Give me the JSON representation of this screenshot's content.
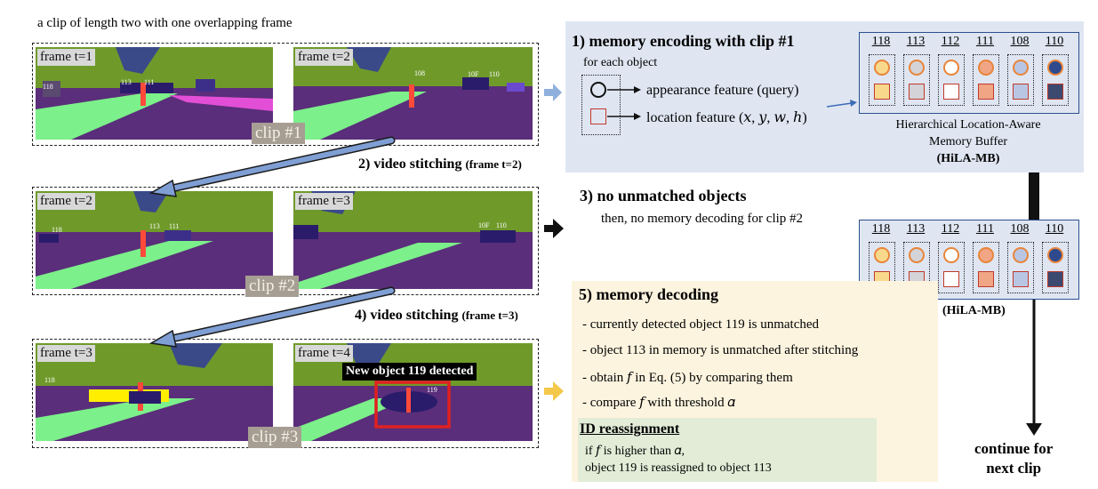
{
  "caption_top": "a clip of length two with one overlapping frame",
  "clips": [
    {
      "frames": [
        "frame t=1",
        "frame t=2"
      ],
      "label": "clip #1"
    },
    {
      "frames": [
        "frame t=2",
        "frame t=3"
      ],
      "label": "clip #2"
    },
    {
      "frames": [
        "frame t=3",
        "frame t=4"
      ],
      "label": "clip #3"
    }
  ],
  "scene_ids": {
    "clip1_left": [
      "113",
      "111",
      "118"
    ],
    "clip1_right": [
      "108",
      "110",
      "10F"
    ],
    "clip2_left": [
      "118",
      "113",
      "111"
    ],
    "clip2_right": [
      "10F",
      "110"
    ],
    "clip3_left": [
      "118"
    ],
    "clip3_right": [
      "119"
    ]
  },
  "new_object_banner": "New object 119 detected",
  "stitch_labels": [
    {
      "main": "2) video stitching",
      "sub": "(frame t=2)"
    },
    {
      "main": "4) video stitching",
      "sub": "(frame t=3)"
    }
  ],
  "step1": {
    "title": "1) memory encoding with clip #1",
    "for_each": "for each object",
    "appearance": "appearance feature (query)",
    "location": "location feature (𝑥, 𝑦, 𝑤, ℎ)"
  },
  "memory_buffer": {
    "ids": [
      "118",
      "113",
      "112",
      "111",
      "108",
      "110"
    ],
    "square_colors": [
      "#f8d98c",
      "#d3d3d8",
      "#ffffff",
      "#f0a585",
      "#b8c6e4",
      "#3c4a70"
    ],
    "circle_fills": [
      "#f8d98c",
      "#d3d3d8",
      "#ffffff",
      "#f0a585",
      "#b8c6e4",
      "#2f4a8c"
    ],
    "name_line1": "Hierarchical Location-Aware",
    "name_line2": "Memory Buffer",
    "abbrev": "(HiLA-MB)"
  },
  "step3": {
    "title": "3) no unmatched objects",
    "sub": "then, no memory decoding for clip #2"
  },
  "memory_buffer2_label": "(HiLA-MB)",
  "step5": {
    "title": "5) memory decoding",
    "bullets": [
      "- currently detected object 119 is unmatched",
      "- object 113 in memory is unmatched after stitching",
      "- obtain 𝑓  in Eq. (5) by comparing them",
      "- compare 𝑓  with threshold 𝛼"
    ]
  },
  "reassign": {
    "title": "ID reassignment",
    "line1": "if  𝑓  is higher than 𝛼,",
    "line2": "object 119 is reassigned to object 113"
  },
  "continue": {
    "line1": "continue for",
    "line2": "next clip"
  },
  "colors": {
    "panel_blue": "#dfe6f2",
    "panel_yellow": "#fdf4df",
    "panel_green": "#e2ecd7",
    "arrow_blue": "#8fb0dc",
    "arrow_yellow": "#f4c84a",
    "stitch_arrow": "#7f9fd4",
    "scene_road": "#5a2e7a",
    "scene_sidewalk": "#7cf08a",
    "scene_vegetation": "#6f9a2a",
    "scene_sky": "#3a4a88",
    "detection_box": "#e02020"
  }
}
